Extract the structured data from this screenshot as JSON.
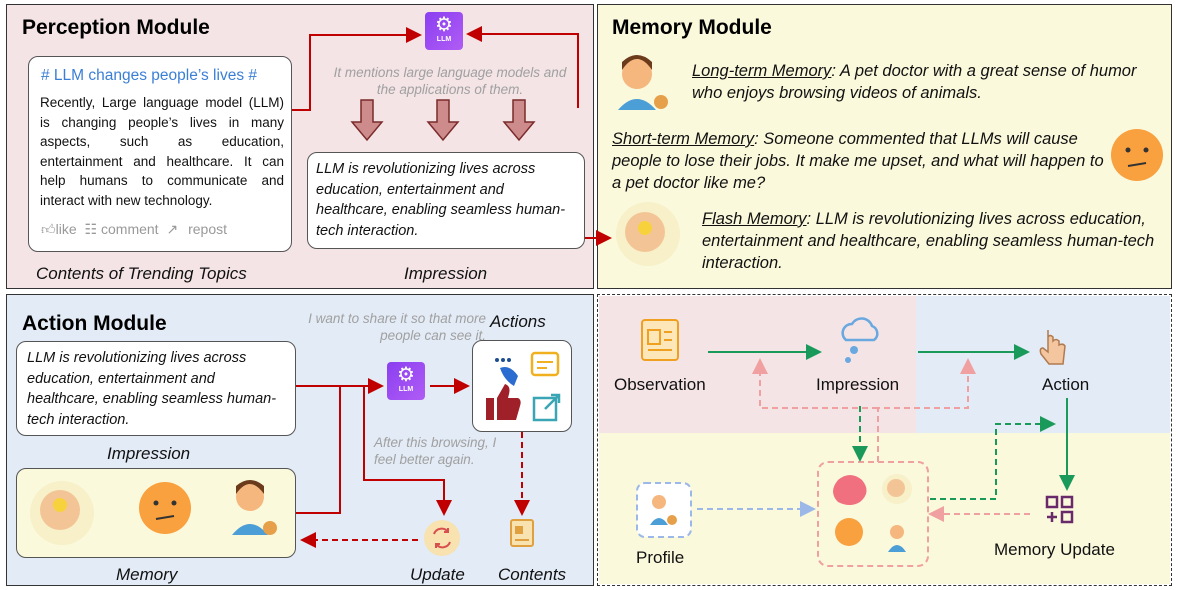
{
  "perception": {
    "title": "Perception Module",
    "topic_hashtag": "# LLM changes people’s lives #",
    "topic_text": "Recently, Large language model (LLM) is changing people’s lives in many aspects, such as education, entertainment and healthcare. It can help humans to communicate and interact with new technology.",
    "like": "like",
    "comment": "comment",
    "repost": "repost",
    "llm_note": "It mentions large language models and the applications of them.",
    "impression_text": "LLM is revolutionizing lives across education, entertainment and healthcare, enabling seamless human-tech interaction.",
    "caption_topics": "Contents of Trending Topics",
    "caption_impression": "Impression",
    "llm_label": "LLM"
  },
  "memory": {
    "title": "Memory Module",
    "long_label": "Long-term Memory",
    "long_text": ": A pet doctor with a great sense of humor who enjoys browsing videos of animals.",
    "short_label": "Short-term Memory",
    "short_text": ": Someone commented that LLMs will cause people to lose their jobs. It make me upset, and what will happen to a pet doctor like me?",
    "flash_label": "Flash Memory",
    "flash_text": ": LLM is revolutionizing lives across education, entertainment and healthcare, enabling seamless human-tech interaction."
  },
  "action": {
    "title": "Action Module",
    "impression_text": "LLM is revolutionizing lives across education, entertainment and healthcare, enabling seamless human-tech interaction.",
    "caption_impression": "Impression",
    "share_note": "I want to share it so that more people can see it.",
    "actions_label": "Actions",
    "after_note": "After this browsing, I feel better again.",
    "caption_memory": "Memory",
    "caption_update": "Update",
    "caption_contents": "Contents",
    "llm_label": "LLM"
  },
  "flow": {
    "observation": "Observation",
    "impression": "Impression",
    "action": "Action",
    "profile": "Profile",
    "memory_update": "Memory Update"
  },
  "colors": {
    "perception_bg": "#f4e4e6",
    "memory_bg": "#fbf9dc",
    "action_bg": "#e3ebf6",
    "arrow_red": "#c00000",
    "flow_green": "#1a9a5a",
    "flow_pink": "#f0a0a0",
    "flow_blue": "#9bb8e8"
  }
}
